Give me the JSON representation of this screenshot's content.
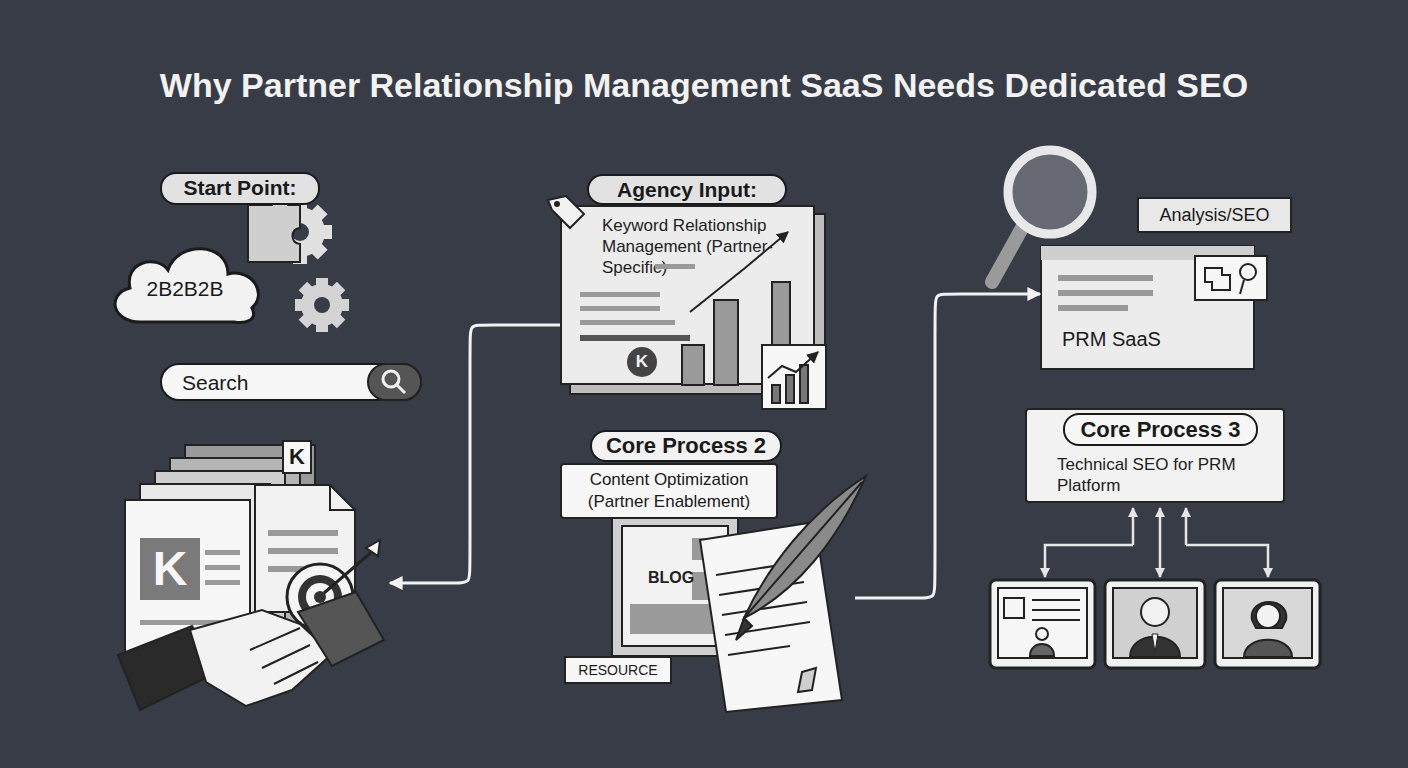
{
  "diagram": {
    "title": "Why Partner Relationship Management SaaS Needs Dedicated SEO",
    "nodes": [
      {
        "text": [
          "Start Point:"
        ]
      },
      {
        "text": [
          "2B2B2B"
        ]
      },
      {
        "text": [
          "Search"
        ]
      },
      {
        "text": [
          "K",
          "K"
        ]
      },
      {
        "text": [
          "Agency Input:",
          "Keyword Relationship Management (Partner-Specific)",
          "K"
        ]
      },
      {
        "text": [
          "Analysis/SEO",
          "PRM SaaS"
        ]
      },
      {
        "text": [
          "Core Process 2",
          "Content Optimization (Partner Enablement)"
        ]
      },
      {
        "text": [
          "BLOG",
          "RESOURCE"
        ]
      },
      {
        "text": [
          "Core Process 3",
          "Technical SEO for PRM Platform"
        ]
      }
    ],
    "edges": [
      {
        "from": 4,
        "to": 3,
        "arrow": "to"
      },
      {
        "from": 7,
        "to": 5,
        "arrow": "to"
      }
    ]
  }
}
